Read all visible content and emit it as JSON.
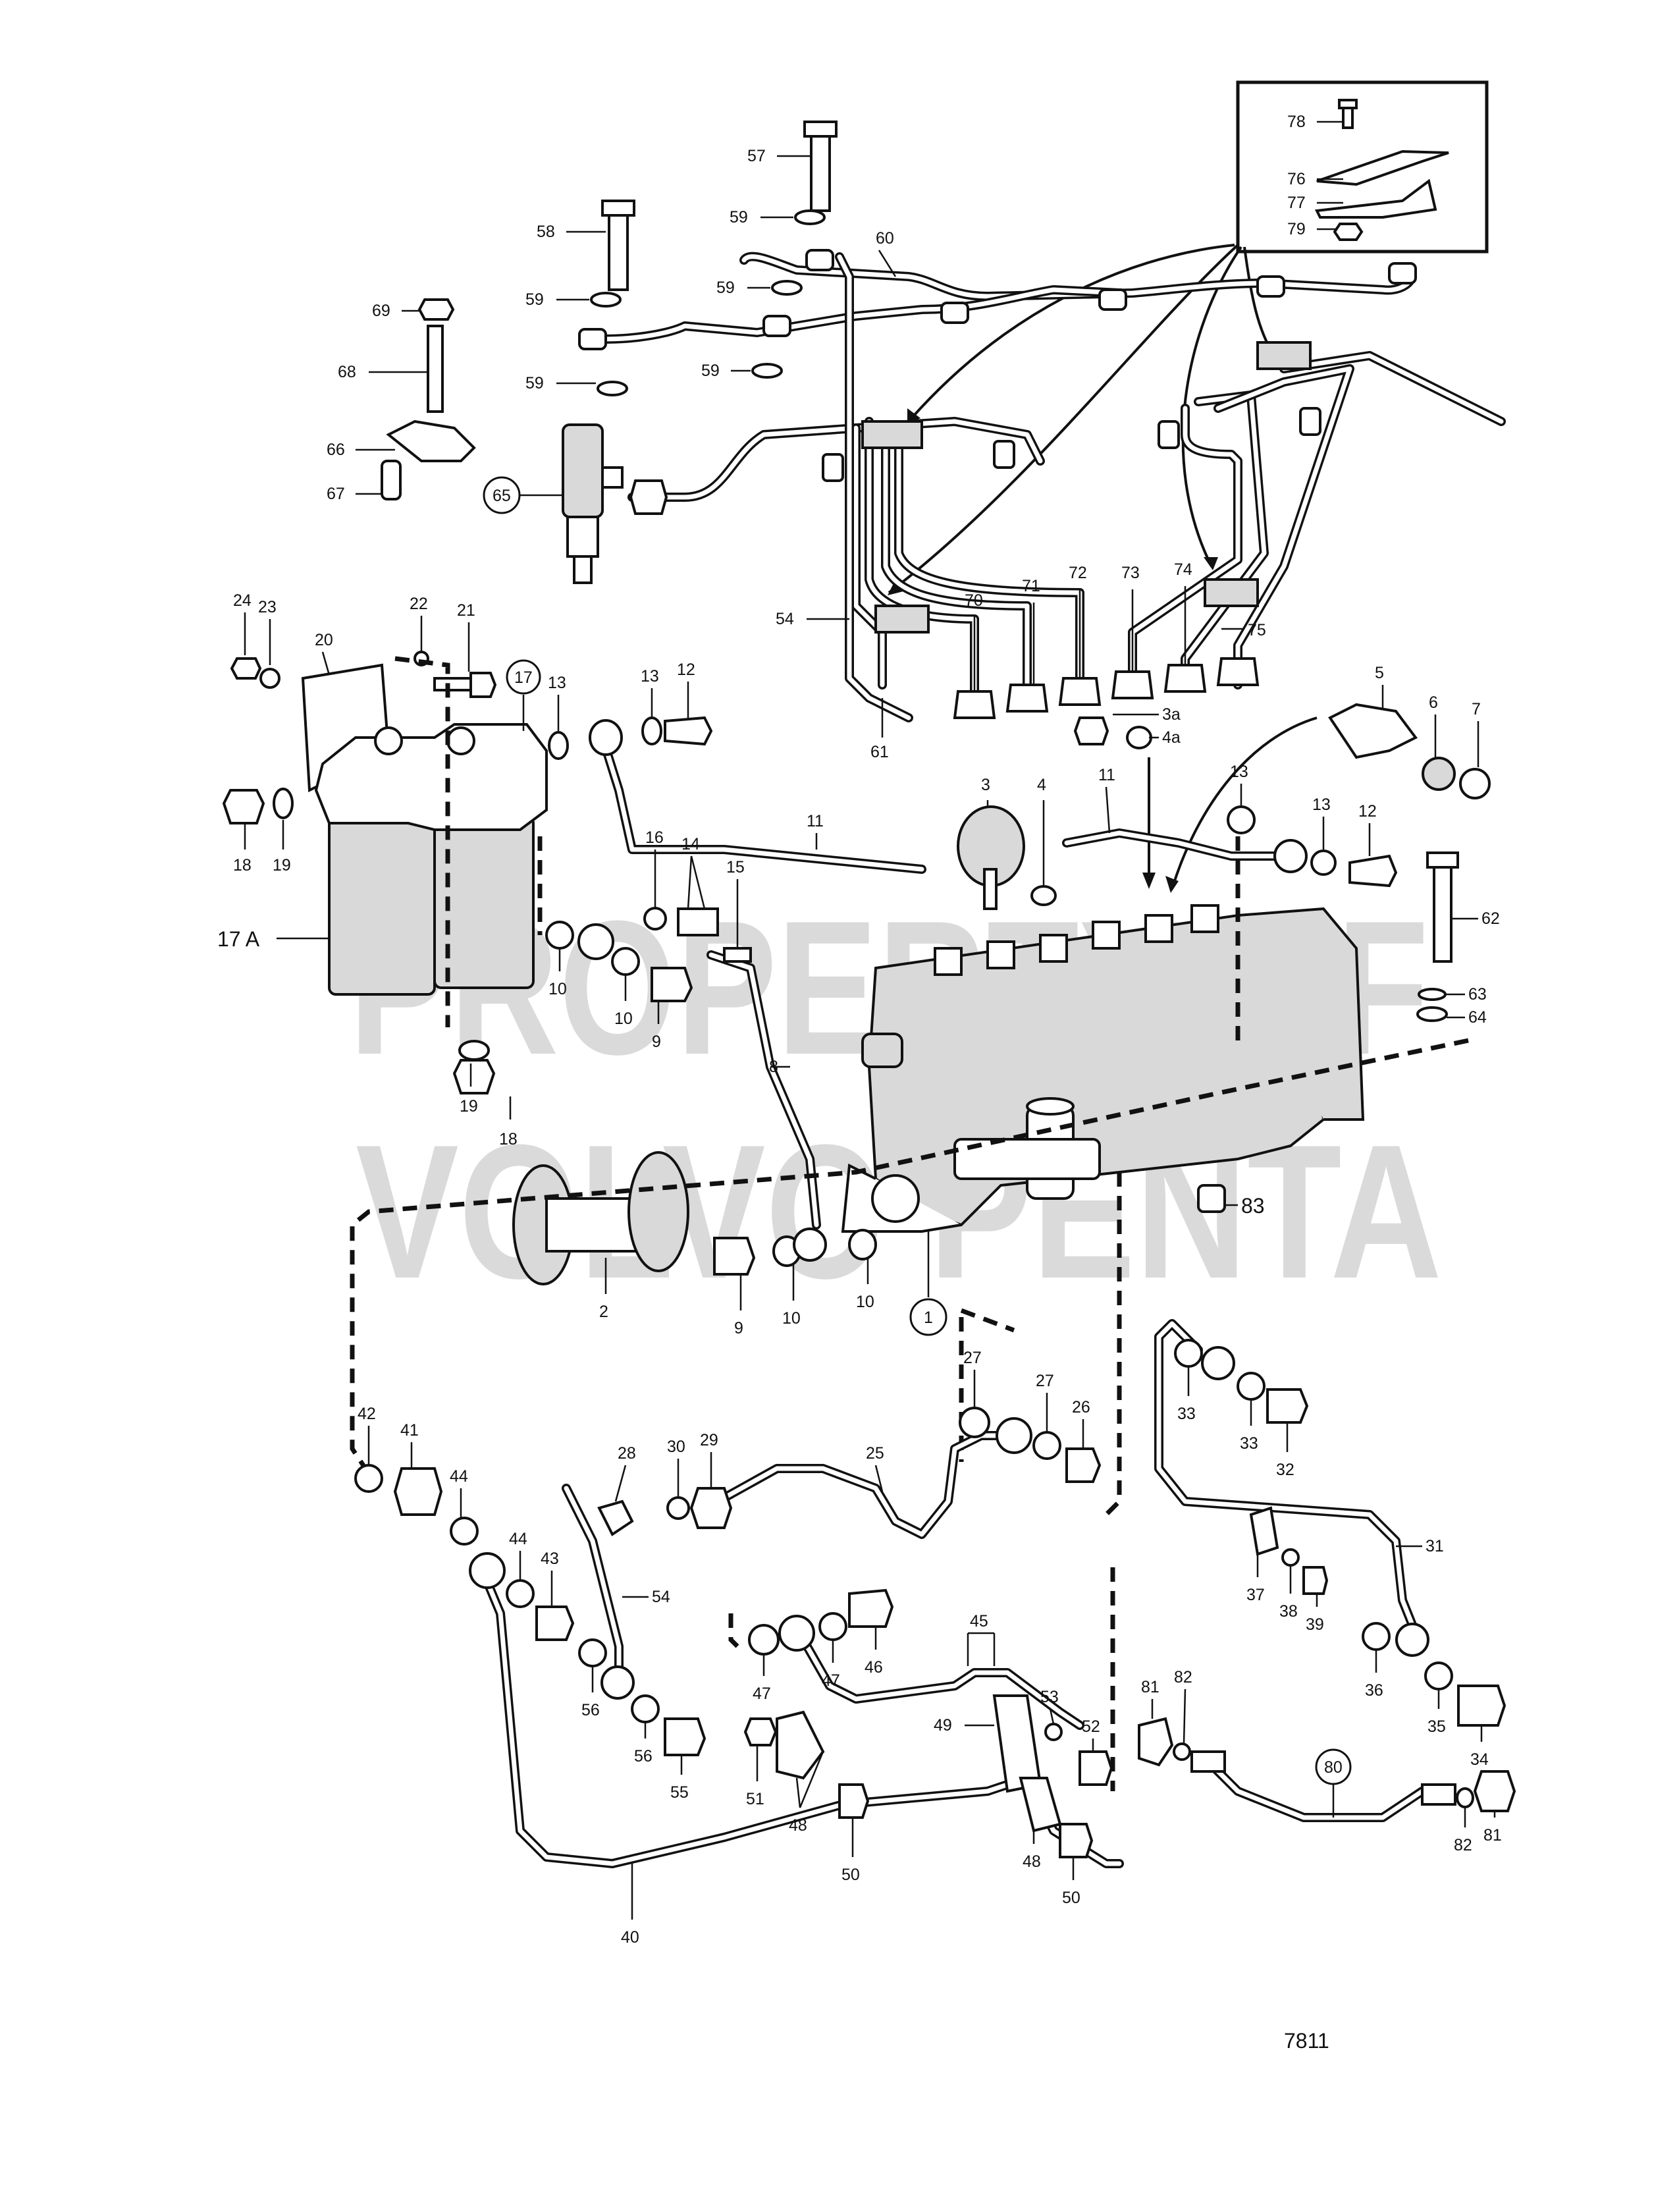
{
  "watermark": {
    "line1": "PROPERTY OF",
    "line2": "VOLVO PENTA"
  },
  "figure_number": "7811",
  "callouts": {
    "c1": "1",
    "c2": "2",
    "c3": "3",
    "c3a": "3a",
    "c4": "4",
    "c4a": "4a",
    "c5": "5",
    "c6": "6",
    "c7": "7",
    "c8": "8",
    "c9a": "9",
    "c9b": "9",
    "c10a": "10",
    "c10b": "10",
    "c10c": "10",
    "c10d": "10",
    "c11a": "11",
    "c11b": "11",
    "c12a": "12",
    "c12b": "12",
    "c13a": "13",
    "c13b": "13",
    "c13c": "13",
    "c13d": "13",
    "c14": "14",
    "c15": "15",
    "c16": "16",
    "c17": "17",
    "c17A": "17 A",
    "c18a": "18",
    "c18b": "18",
    "c19a": "19",
    "c19b": "19",
    "c20": "20",
    "c21": "21",
    "c22": "22",
    "c23": "23",
    "c24": "24",
    "c25": "25",
    "c26": "26",
    "c27a": "27",
    "c27b": "27",
    "c28": "28",
    "c29": "29",
    "c30": "30",
    "c31": "31",
    "c32": "32",
    "c33a": "33",
    "c33b": "33",
    "c34": "34",
    "c35": "35",
    "c36": "36",
    "c37": "37",
    "c38": "38",
    "c39": "39",
    "c40": "40",
    "c41": "41",
    "c42": "42",
    "c43": "43",
    "c44a": "44",
    "c44b": "44",
    "c45": "45",
    "c46": "46",
    "c47a": "47",
    "c47b": "47",
    "c48a": "48",
    "c48b": "48",
    "c49": "49",
    "c50a": "50",
    "c50b": "50",
    "c51": "51",
    "c52": "52",
    "c53": "53",
    "c54a": "54",
    "c54b": "54",
    "c55": "55",
    "c56a": "56",
    "c56b": "56",
    "c57": "57",
    "c58": "58",
    "c59a": "59",
    "c59b": "59",
    "c59c": "59",
    "c59d": "59",
    "c59e": "59",
    "c60": "60",
    "c61": "61",
    "c62": "62",
    "c63": "63",
    "c64": "64",
    "c65": "65",
    "c66": "66",
    "c67": "67",
    "c68": "68",
    "c69": "69",
    "c70": "70",
    "c71": "71",
    "c72": "72",
    "c73": "73",
    "c74": "74",
    "c75": "75",
    "c76": "76",
    "c77": "77",
    "c78": "78",
    "c79": "79",
    "c80": "80",
    "c81a": "81",
    "c81b": "81",
    "c82a": "82",
    "c82b": "82",
    "c83": "83"
  }
}
